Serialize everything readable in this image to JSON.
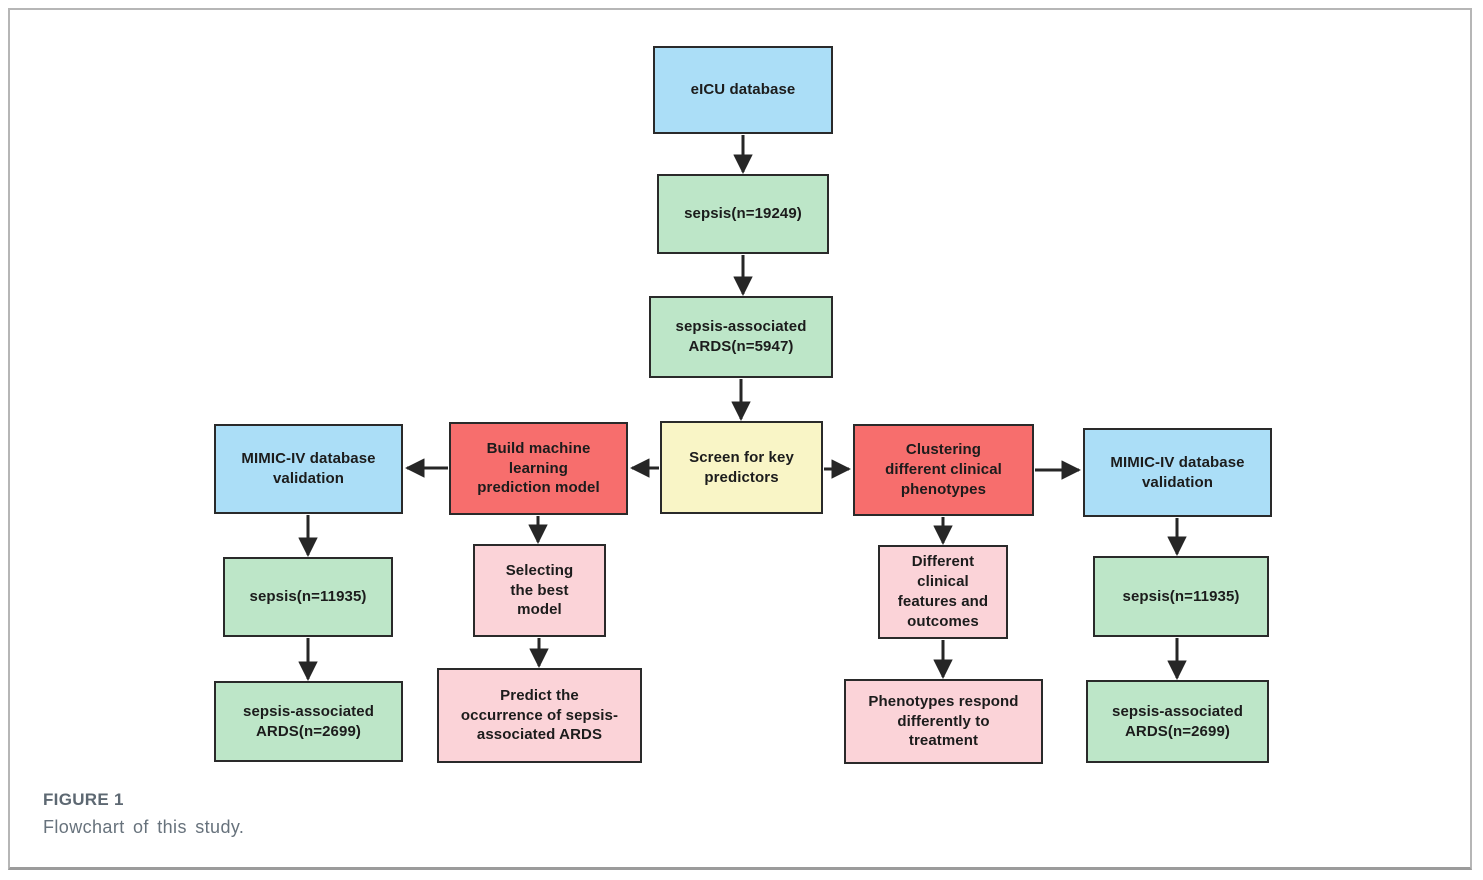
{
  "figure": {
    "caption_label": "FIGURE 1",
    "caption_text": "Flowchart of this study."
  },
  "colors": {
    "blue": "#abdef7",
    "green": "#bde6c8",
    "yellow": "#f9f5c6",
    "red": "#f76e6d",
    "pink": "#fbd3d8",
    "box_border": "#2a2a2a",
    "arrow": "#262626",
    "frame_border": "#b6b6b6",
    "caption_color": "#5d6872"
  },
  "nodes": [
    {
      "id": "eicu",
      "label": "eICU database",
      "color": "blue"
    },
    {
      "id": "sepsis-eicu",
      "label": "sepsis(n=19249)",
      "color": "green"
    },
    {
      "id": "sa-ards-eicu",
      "label": "sepsis-associated\nARDS(n=5947)",
      "color": "green"
    },
    {
      "id": "screen",
      "label": "Screen for key\npredictors",
      "color": "yellow"
    },
    {
      "id": "build-model",
      "label": "Build machine\nlearning\nprediction model",
      "color": "red"
    },
    {
      "id": "mimic-left",
      "label": "MIMIC-IV database\nvalidation",
      "color": "blue"
    },
    {
      "id": "sepsis-mimic-left",
      "label": "sepsis(n=11935)",
      "color": "green"
    },
    {
      "id": "sa-ards-mimic-left",
      "label": "sepsis-associated\nARDS(n=2699)",
      "color": "green"
    },
    {
      "id": "selecting",
      "label": "Selecting\nthe best\nmodel",
      "color": "pink"
    },
    {
      "id": "predict",
      "label": "Predict the\noccurrence of sepsis-\nassociated ARDS",
      "color": "pink"
    },
    {
      "id": "clustering",
      "label": "Clustering\ndifferent clinical\nphenotypes",
      "color": "red"
    },
    {
      "id": "different",
      "label": "Different\nclinical\nfeatures and\noutcomes",
      "color": "pink"
    },
    {
      "id": "phenotypes",
      "label": "Phenotypes respond\ndifferently to\ntreatment",
      "color": "pink"
    },
    {
      "id": "mimic-right",
      "label": "MIMIC-IV database\nvalidation",
      "color": "blue"
    },
    {
      "id": "sepsis-mimic-right",
      "label": "sepsis(n=11935)",
      "color": "green"
    },
    {
      "id": "sa-ards-mimic-right",
      "label": "sepsis-associated\nARDS(n=2699)",
      "color": "green"
    }
  ],
  "edges": [
    {
      "from": "eicu",
      "to": "sepsis-eicu"
    },
    {
      "from": "sepsis-eicu",
      "to": "sa-ards-eicu"
    },
    {
      "from": "sa-ards-eicu",
      "to": "screen"
    },
    {
      "from": "screen",
      "to": "build-model"
    },
    {
      "from": "build-model",
      "to": "mimic-left"
    },
    {
      "from": "screen",
      "to": "clustering"
    },
    {
      "from": "clustering",
      "to": "mimic-right"
    },
    {
      "from": "mimic-left",
      "to": "sepsis-mimic-left"
    },
    {
      "from": "sepsis-mimic-left",
      "to": "sa-ards-mimic-left"
    },
    {
      "from": "build-model",
      "to": "selecting"
    },
    {
      "from": "selecting",
      "to": "predict"
    },
    {
      "from": "clustering",
      "to": "different"
    },
    {
      "from": "different",
      "to": "phenotypes"
    },
    {
      "from": "mimic-right",
      "to": "sepsis-mimic-right"
    },
    {
      "from": "sepsis-mimic-right",
      "to": "sa-ards-mimic-right"
    }
  ]
}
